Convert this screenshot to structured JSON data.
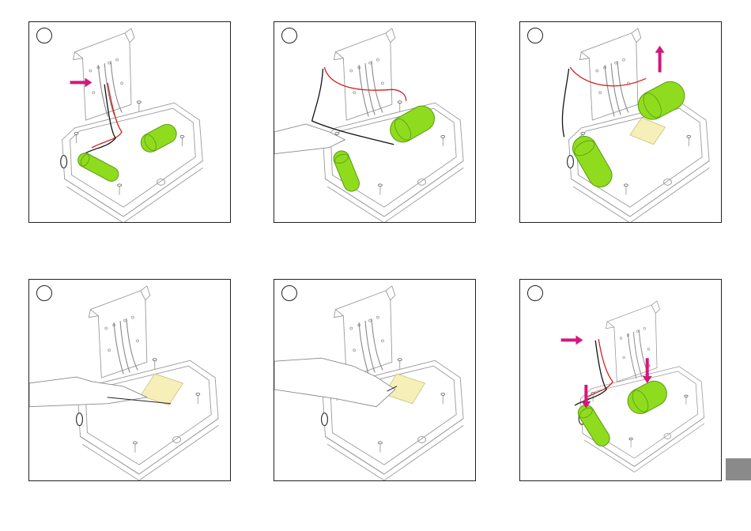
{
  "colors": {
    "battery_fill": "#8fdc1e",
    "battery_stroke": "#5a9a10",
    "arrow": "#d4177a",
    "wire_red": "#d42020",
    "wire_black": "#111111",
    "line_art": "#9a9a9a",
    "pad": "#f6efb8",
    "page_tab": "#8a8a8a"
  },
  "steps": [
    {
      "number": "",
      "scene": "connector-arrow-battery-insert"
    },
    {
      "number": "",
      "scene": "hand-lifting-battery"
    },
    {
      "number": "",
      "scene": "battery-removed-arrow-up"
    },
    {
      "number": "",
      "scene": "hand-cleaning-pad"
    },
    {
      "number": "",
      "scene": "hand-applying-pad"
    },
    {
      "number": "",
      "scene": "battery-reinsert-arrows-down"
    }
  ]
}
